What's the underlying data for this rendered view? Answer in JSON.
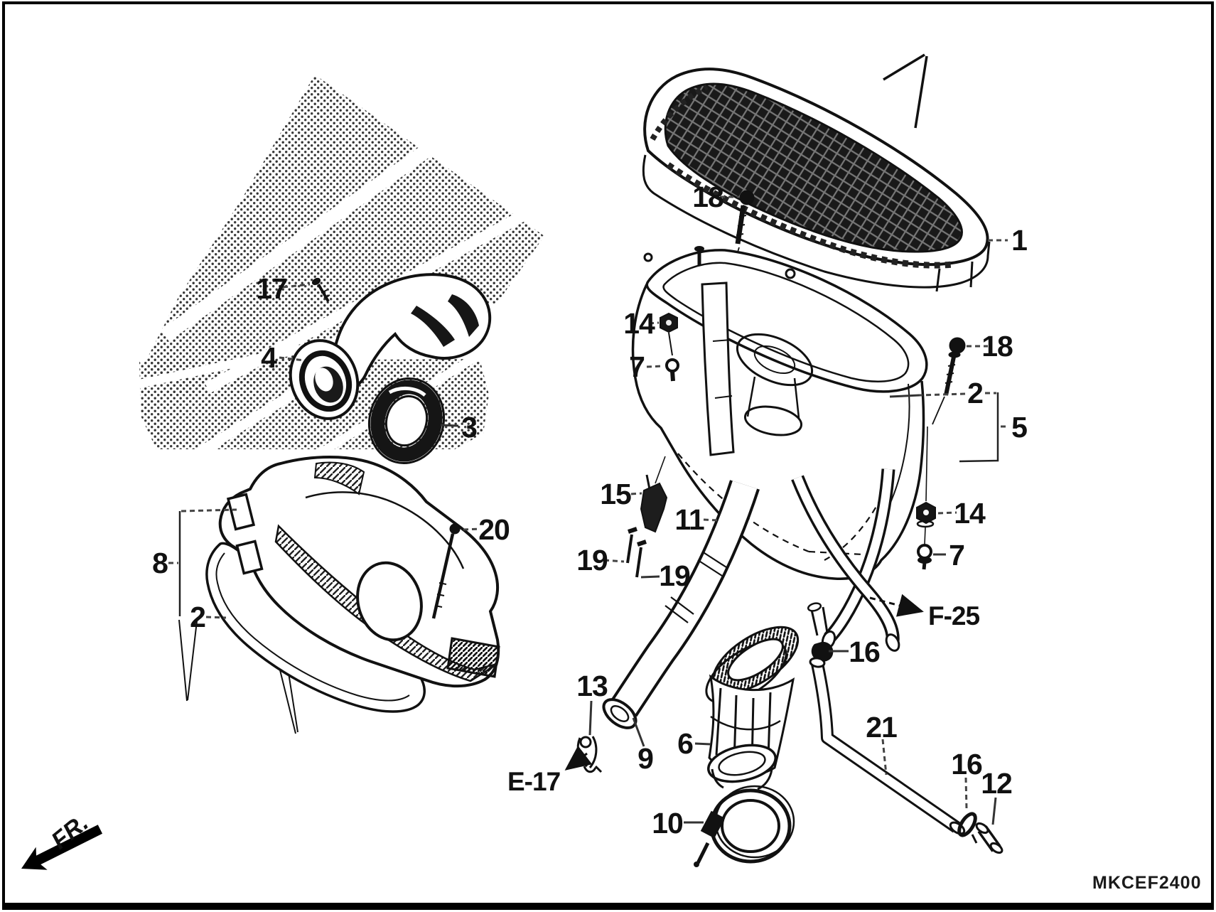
{
  "page": {
    "background": "#ffffff",
    "line_color": "#111111",
    "frame_color": "#000000",
    "diagram_code": "MKCEF2400",
    "front_marker": "FR."
  },
  "references": [
    {
      "id": "E-17",
      "text": "E-17"
    },
    {
      "id": "F-25",
      "text": "F-25"
    }
  ],
  "callouts": [
    {
      "part": "17",
      "text": "17"
    },
    {
      "part": "4",
      "text": "4"
    },
    {
      "part": "3",
      "text": "3"
    },
    {
      "part": "18",
      "text": "18"
    },
    {
      "part": "14",
      "text": "14"
    },
    {
      "part": "7",
      "text": "7"
    },
    {
      "part": "1",
      "text": "1"
    },
    {
      "part": "18",
      "text": "18"
    },
    {
      "part": "2",
      "text": "2"
    },
    {
      "part": "5",
      "text": "5"
    },
    {
      "part": "14",
      "text": "14"
    },
    {
      "part": "7",
      "text": "7"
    },
    {
      "part": "15",
      "text": "15"
    },
    {
      "part": "11",
      "text": "11"
    },
    {
      "part": "19",
      "text": "19"
    },
    {
      "part": "19",
      "text": "19"
    },
    {
      "part": "13",
      "text": "13"
    },
    {
      "part": "16",
      "text": "16"
    },
    {
      "part": "8",
      "text": "8"
    },
    {
      "part": "2",
      "text": "2"
    },
    {
      "part": "20",
      "text": "20"
    },
    {
      "part": "9",
      "text": "9"
    },
    {
      "part": "6",
      "text": "6"
    },
    {
      "part": "10",
      "text": "10"
    },
    {
      "part": "21",
      "text": "21"
    },
    {
      "part": "16",
      "text": "16"
    },
    {
      "part": "12",
      "text": "12"
    }
  ]
}
